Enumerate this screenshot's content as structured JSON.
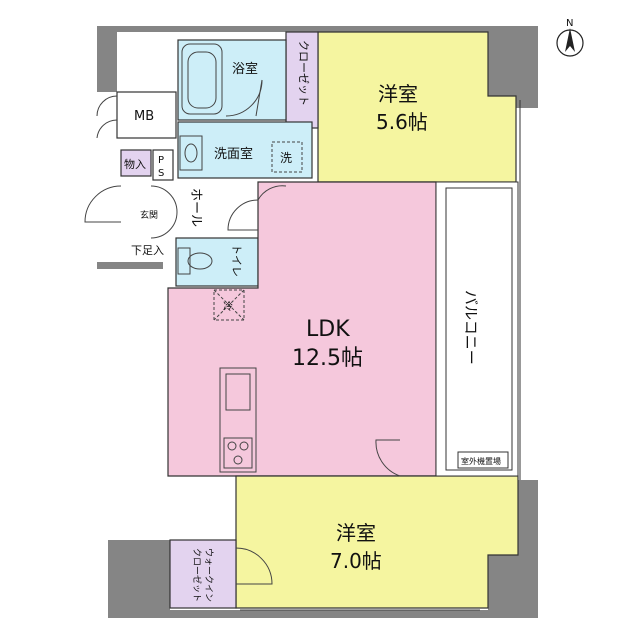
{
  "north": {
    "label": "N"
  },
  "rooms": {
    "bath": {
      "name": "浴室"
    },
    "closet": {
      "name": "クローゼット"
    },
    "western1": {
      "name": "洋室",
      "size": "5.6帖"
    },
    "mb": {
      "name": "MB"
    },
    "washroom": {
      "name": "洗面室"
    },
    "washer": {
      "name": "洗"
    },
    "storage": {
      "name": "物入"
    },
    "ps": {
      "name": "PS"
    },
    "entrance": {
      "name": "玄関"
    },
    "hall": {
      "name": "ホール"
    },
    "shoe": {
      "name": "下足入"
    },
    "toilet": {
      "name": "トイレ"
    },
    "fridge": {
      "name": "冷"
    },
    "ldk": {
      "name": "LDK",
      "size": "12.5帖"
    },
    "balcony": {
      "name": "バルコニー"
    },
    "ac_unit": {
      "name": "室外機置場"
    },
    "western2": {
      "name": "洋室",
      "size": "7.0帖"
    },
    "walkin": {
      "name": "ウォークイン\nクローゼット"
    }
  },
  "colors": {
    "wall": "#858585",
    "western": "#f5f5a0",
    "ldk": "#f5c8dc",
    "wet": "#cdeef8",
    "closet": "#e3d3ef",
    "line": "#333333"
  }
}
